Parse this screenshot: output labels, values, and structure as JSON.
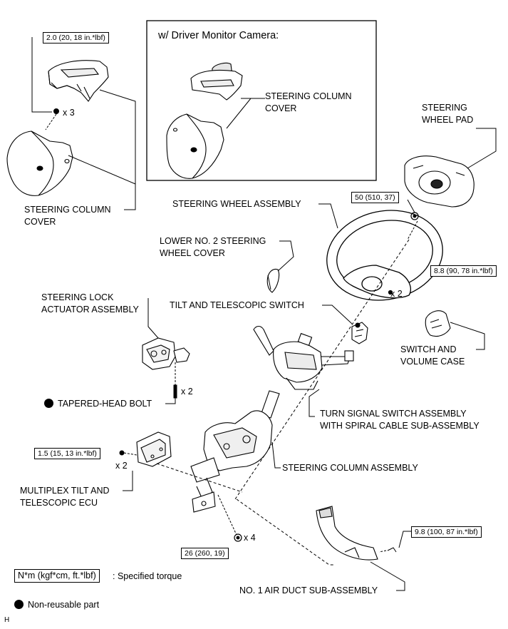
{
  "torques": {
    "t1": "2.0 (20, 18 in.*lbf)",
    "t2": "50 (510, 37)",
    "t3": "8.8 (90, 78 in.*lbf)",
    "t4": "1.5 (15, 13 in.*lbf)",
    "t5": "9.8 (100, 87 in.*lbf)",
    "t6": "26 (260, 19)"
  },
  "qty": {
    "x3": "x 3",
    "x2a": "x 2",
    "x2b": "x 2",
    "x2c": "x 2",
    "x4": "x 4"
  },
  "inset": {
    "title": "w/ Driver Monitor Camera:",
    "label_line1": "STEERING COLUMN",
    "label_line2": "COVER"
  },
  "labels": {
    "col_cover_1": "STEERING COLUMN",
    "col_cover_2": "COVER",
    "wheel_pad_1": "STEERING",
    "wheel_pad_2": "WHEEL PAD",
    "wheel_assy": "STEERING WHEEL ASSEMBLY",
    "lower_cover_1": "LOWER NO. 2 STEERING",
    "lower_cover_2": "WHEEL COVER",
    "lock_act_1": "STEERING LOCK",
    "lock_act_2": "ACTUATOR ASSEMBLY",
    "tilt_switch": "TILT AND TELESCOPIC SWITCH",
    "switch_case_1": "SWITCH AND",
    "switch_case_2": "VOLUME CASE",
    "tapered_bolt": "TAPERED-HEAD BOLT",
    "turn_signal_1": "TURN SIGNAL SWITCH ASSEMBLY",
    "turn_signal_2": "WITH SPIRAL CABLE SUB-ASSEMBLY",
    "column_assy": "STEERING COLUMN ASSEMBLY",
    "ecu_1": "MULTIPLEX TILT AND",
    "ecu_2": "TELESCOPIC ECU",
    "air_duct": "NO. 1 AIR DUCT SUB-ASSEMBLY"
  },
  "legend": {
    "torque_unit": "N*m (kgf*cm, ft.*lbf)",
    "torque_desc": ": Specified torque",
    "nonreusable": "Non-reusable part"
  },
  "corner_mark": "H"
}
